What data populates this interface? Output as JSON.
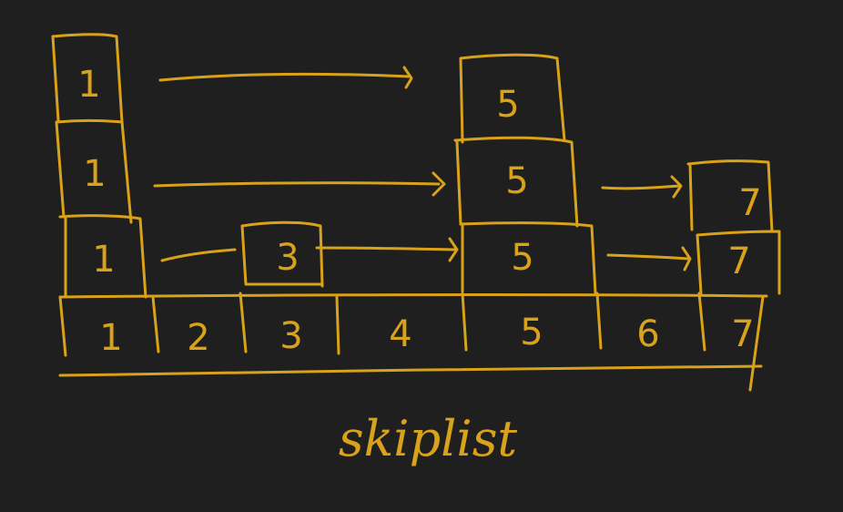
{
  "colors": {
    "background": "#1f1f1f",
    "ink": "#d9a21b"
  },
  "diagram": {
    "base_row": {
      "cells": [
        "1",
        "2",
        "3",
        "4",
        "5",
        "6",
        "7"
      ]
    },
    "level_1": {
      "nodes": [
        "1",
        "3",
        "5",
        "7"
      ]
    },
    "level_2": {
      "nodes": [
        "1",
        "5",
        "7"
      ]
    },
    "level_3": {
      "nodes": [
        "1",
        "5"
      ]
    },
    "caption": "skiplist"
  }
}
